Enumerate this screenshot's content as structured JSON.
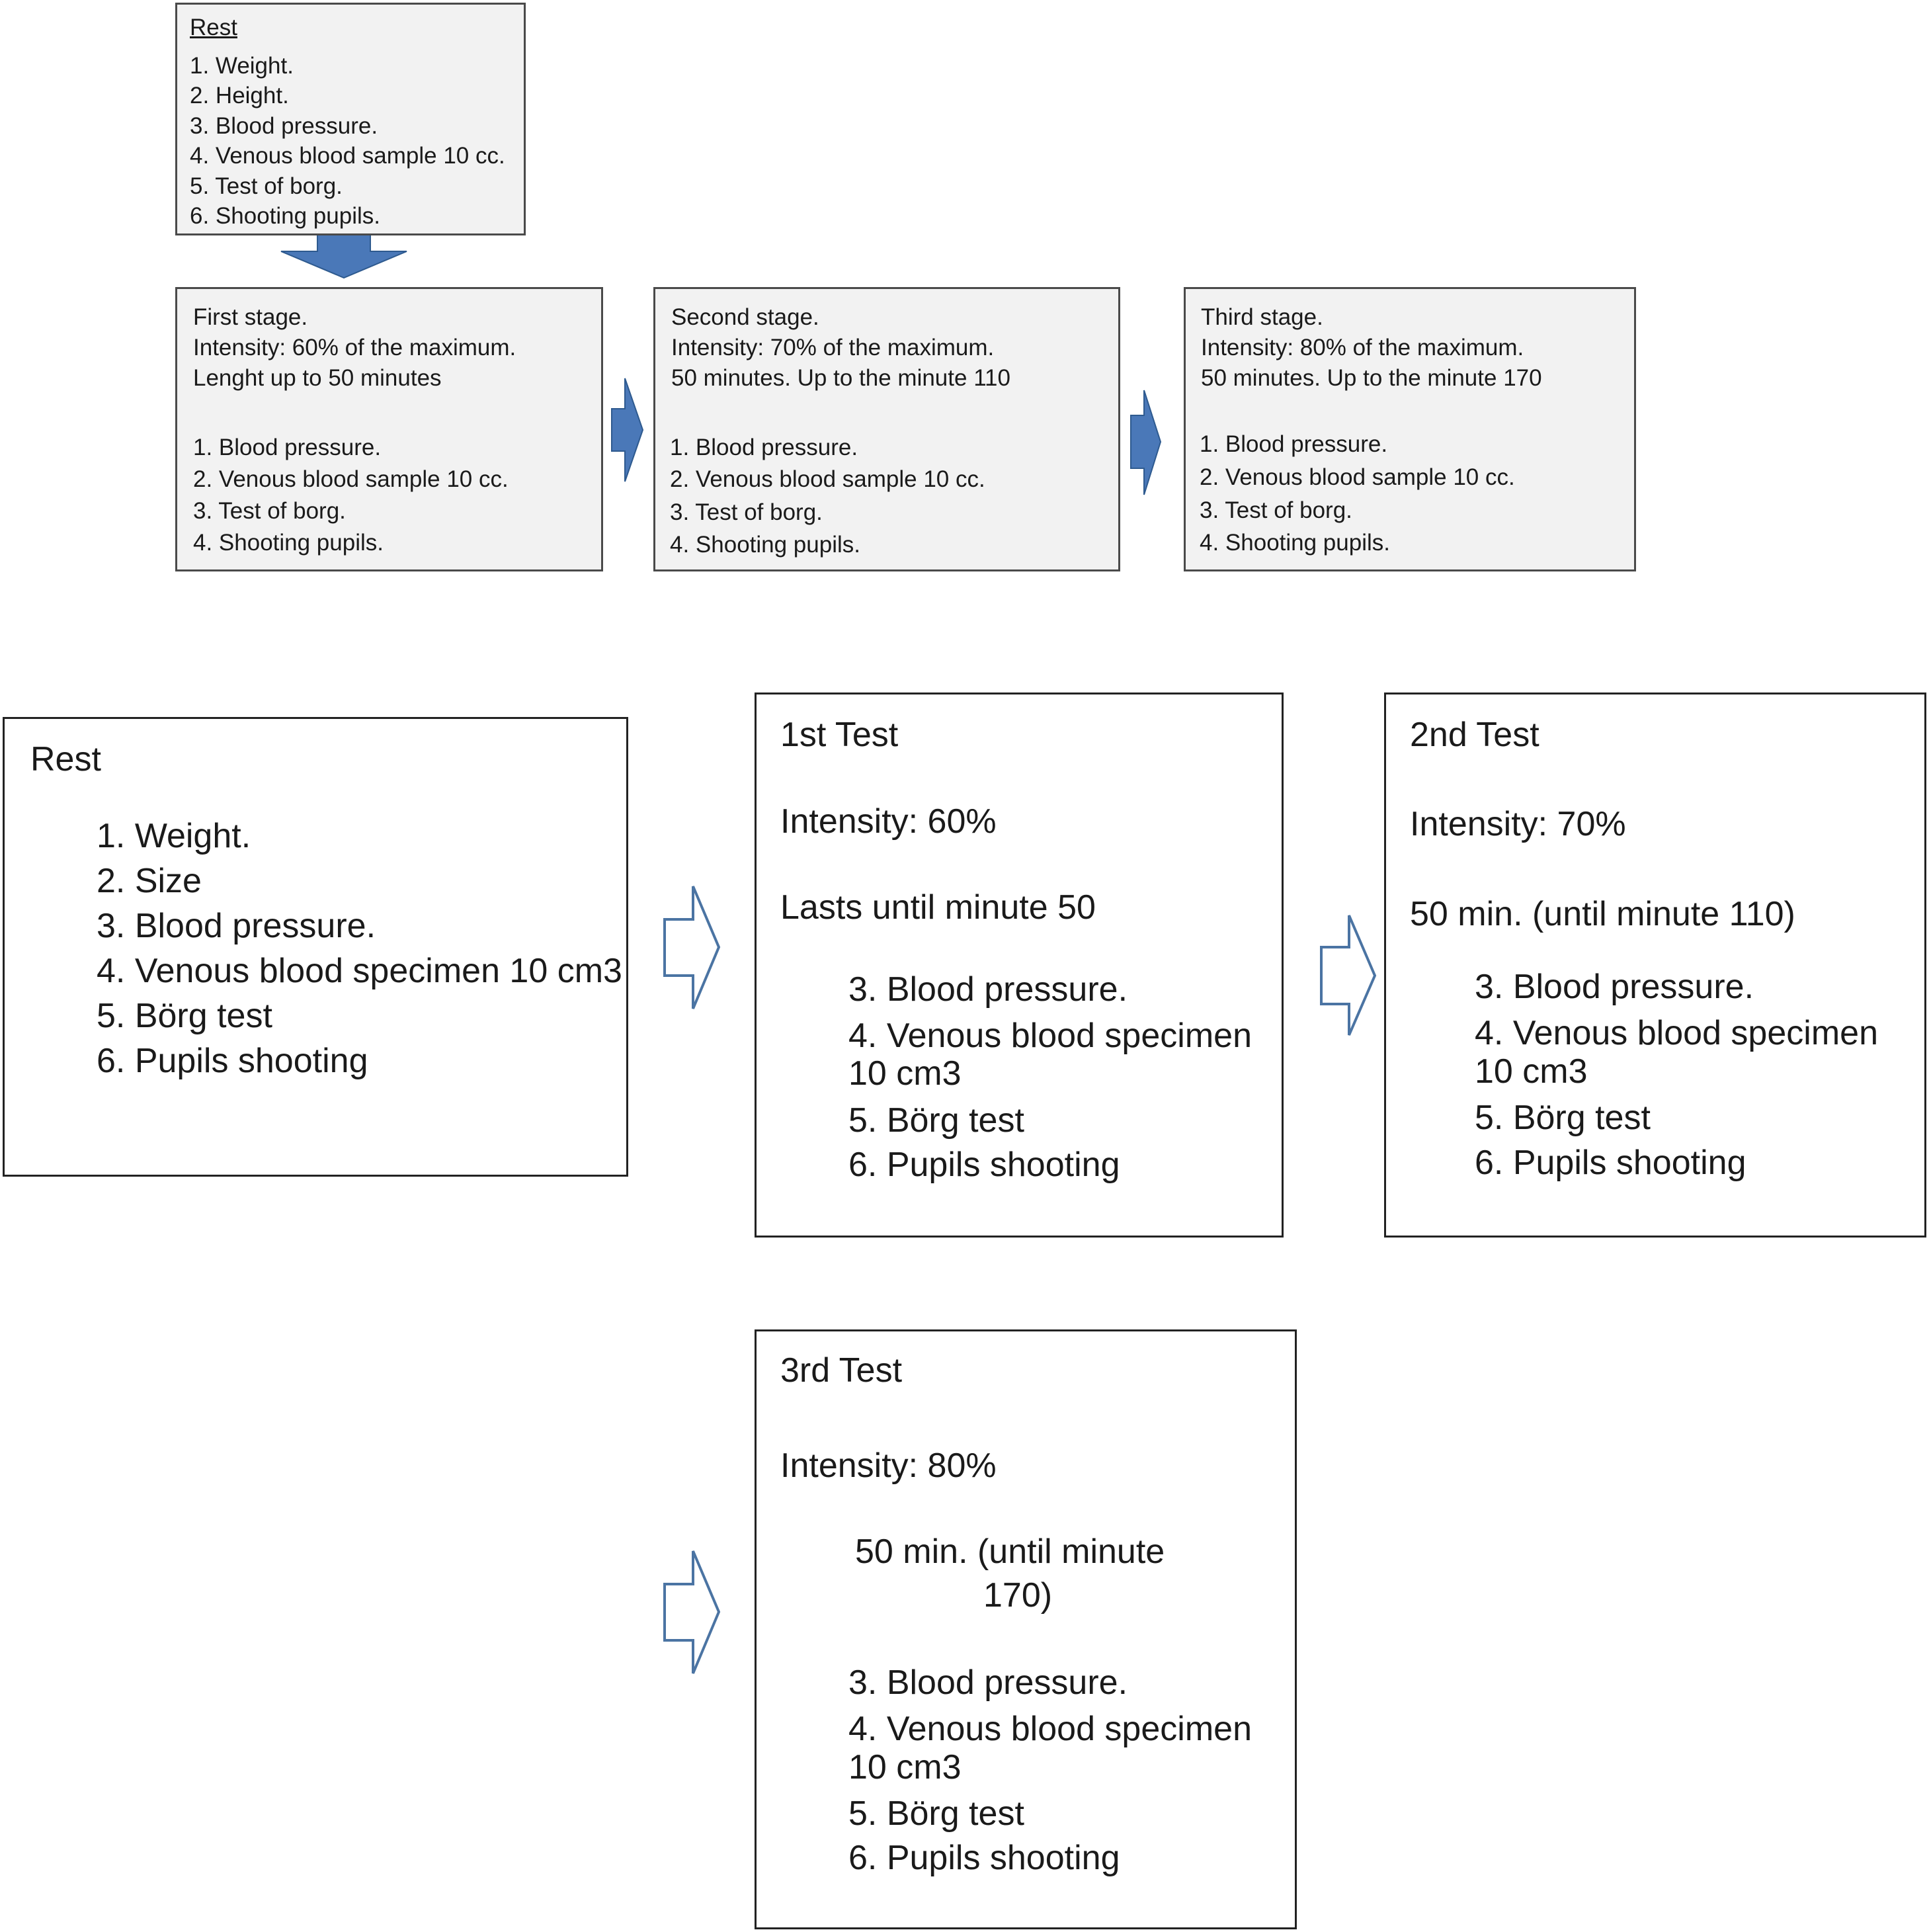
{
  "top_flow": {
    "rest": {
      "title": "Rest",
      "items": [
        "1. Weight.",
        "2. Height.",
        "3. Blood pressure.",
        "4. Venous blood sample 10 cc.",
        "5. Test of borg.",
        "6. Shooting pupils."
      ]
    },
    "first_stage": {
      "lines": [
        "First stage.",
        "Intensity: 60% of the maximum.",
        "Lenght up to 50 minutes"
      ],
      "items": [
        "1. Blood pressure.",
        "2. Venous blood sample 10 cc.",
        "3. Test of borg.",
        "4. Shooting pupils."
      ]
    },
    "second_stage": {
      "lines": [
        "Second stage.",
        "Intensity: 70% of the maximum.",
        "50 minutes. Up to the minute 110"
      ],
      "items": [
        "1. Blood pressure.",
        "2. Venous blood sample 10 cc.",
        "3. Test of borg.",
        "4. Shooting pupils."
      ]
    },
    "third_stage": {
      "lines": [
        "Third stage.",
        "Intensity: 80% of the maximum.",
        "50 minutes. Up to the minute 170"
      ],
      "items": [
        "1. Blood pressure.",
        "2. Venous blood sample 10 cc.",
        "3. Test of borg.",
        "4. Shooting pupils."
      ]
    }
  },
  "bottom_flow": {
    "rest": {
      "title": "Rest",
      "items": [
        "1. Weight.",
        "2. Size",
        "3. Blood pressure.",
        "4. Venous blood specimen 10 cm3",
        "5. Börg test",
        "6.  Pupils shooting"
      ]
    },
    "test1": {
      "title": "1st Test",
      "intensity": "Intensity: 60%",
      "duration": "Lasts until minute 50",
      "items": [
        "3. Blood pressure.",
        "4. Venous blood specimen",
        "10 cm3",
        "5. Börg test",
        "6.  Pupils shooting"
      ]
    },
    "test2": {
      "title": "2nd Test",
      "intensity": "Intensity: 70%",
      "duration": "50 min. (until minute 110)",
      "items": [
        "3. Blood pressure.",
        "4. Venous blood specimen",
        "10 cm3",
        "5. Börg test",
        "6.  Pupils shooting"
      ]
    },
    "test3": {
      "title": "3rd Test",
      "intensity": "Intensity: 80%",
      "duration_lines": [
        "50 min. (until minute",
        "170)"
      ],
      "items": [
        "3. Blood pressure.",
        "4. Venous blood specimen",
        "10 cm3",
        "5. Börg test",
        "6.  Pupils shooting"
      ]
    }
  },
  "colors": {
    "solid_arrow_fill": "#4a78b8",
    "solid_arrow_edge": "#2e5a8f",
    "outline_arrow_stroke": "#4b74a3"
  }
}
